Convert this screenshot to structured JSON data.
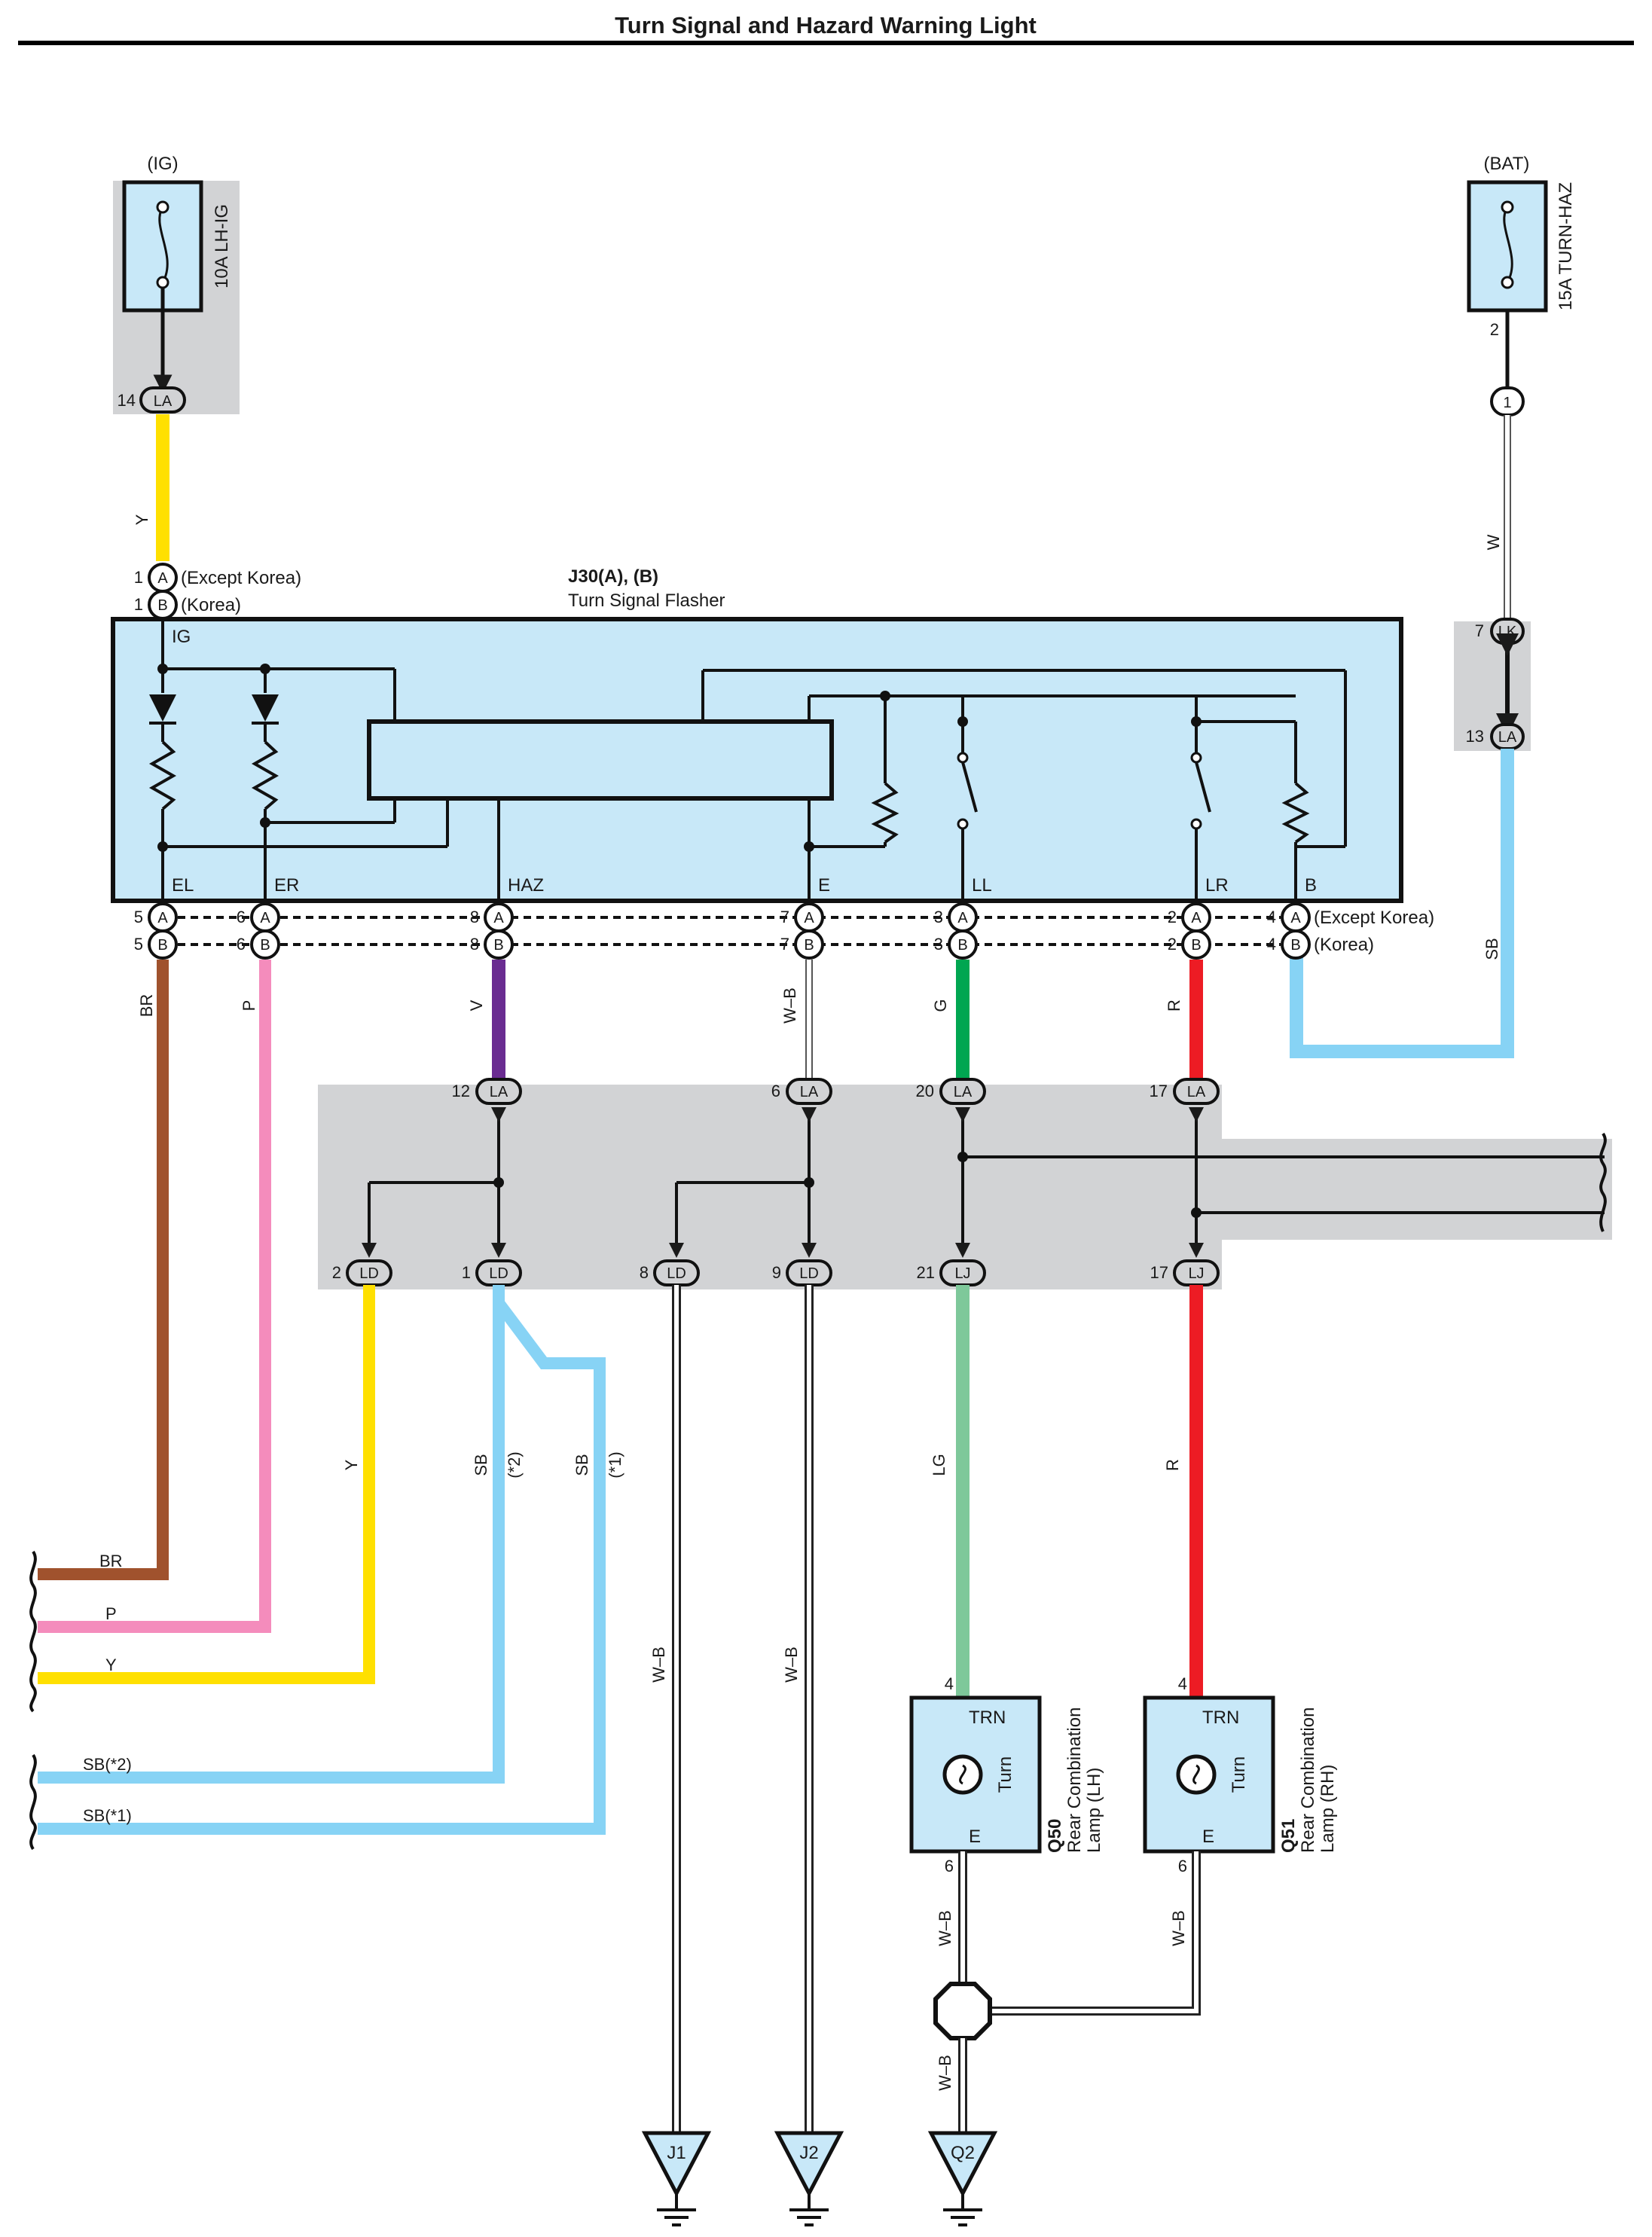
{
  "title": "Turn Signal and Hazard Warning Light",
  "fuses": {
    "ig": {
      "source": "(IG)",
      "name": "10A LH-IG",
      "pin": "14",
      "connector": "LA"
    },
    "bat": {
      "source": "(BAT)",
      "name": "15A TURN-HAZ",
      "pin_top": "2",
      "joint": "1",
      "wire": "W"
    }
  },
  "flasher": {
    "ref": "J30(A), (B)",
    "name": "Turn Signal Flasher",
    "ig_label": "IG",
    "ig_pin": "1",
    "conn_a": "A",
    "conn_b": "B",
    "conn_a_note": "(Except Korea)",
    "conn_b_note": "(Korea)",
    "terminals": [
      {
        "name": "EL",
        "pin": "5",
        "wire": "BR"
      },
      {
        "name": "ER",
        "pin": "6",
        "wire": "P"
      },
      {
        "name": "HAZ",
        "pin": "8",
        "wire": "V"
      },
      {
        "name": "E",
        "pin": "7",
        "wire": "W–B"
      },
      {
        "name": "LL",
        "pin": "3",
        "wire": "G"
      },
      {
        "name": "LR",
        "pin": "2",
        "wire": "R"
      },
      {
        "name": "B",
        "pin": "4",
        "wire": "SB"
      }
    ]
  },
  "ig_wire": "Y",
  "lk_joint": {
    "pin_lk": "7",
    "conn_lk": "LK",
    "pin_la": "13",
    "conn_la": "LA"
  },
  "junction_top": [
    {
      "pin": "12",
      "conn": "LA"
    },
    {
      "pin": "6",
      "conn": "LA"
    },
    {
      "pin": "20",
      "conn": "LA"
    },
    {
      "pin": "17",
      "conn": "LA"
    }
  ],
  "junction_bottom": [
    {
      "pin": "2",
      "conn": "LD",
      "wire": "Y"
    },
    {
      "pin": "1",
      "conn": "LD",
      "wire": "SB"
    },
    {
      "pin": "8",
      "conn": "LD",
      "wire": "W–B"
    },
    {
      "pin": "9",
      "conn": "LD",
      "wire": "W–B"
    },
    {
      "pin": "21",
      "conn": "LJ",
      "wire": "LG"
    },
    {
      "pin": "17",
      "conn": "LJ",
      "wire": "R"
    }
  ],
  "sb_notes": {
    "n2": "(*2)",
    "n1": "(*1)"
  },
  "left_exits": [
    "BR",
    "P",
    "Y",
    "SB(*2)",
    "SB(*1)"
  ],
  "lamps": [
    {
      "code": "Q50",
      "name1": "Rear Combination",
      "name2": "Lamp (LH)",
      "trn": "TRN",
      "turn": "Turn",
      "e": "E",
      "pin_top": "4",
      "pin_bot": "6",
      "wire": "W–B"
    },
    {
      "code": "Q51",
      "name1": "Rear Combination",
      "name2": "Lamp (RH)",
      "trn": "TRN",
      "turn": "Turn",
      "e": "E",
      "pin_top": "4",
      "pin_bot": "6",
      "wire": "W–B"
    }
  ],
  "ground_wire": "W–B",
  "grounds": [
    "J1",
    "J2",
    "Q2"
  ],
  "colors": {
    "panel": "#c8e8f8",
    "shade": "#d2d3d5",
    "BR": "#a0522d",
    "P": "#f48cbc",
    "Y": "#ffe000",
    "V": "#6a2c91",
    "G": "#00a651",
    "LG": "#7ec89a",
    "R": "#ed1c24",
    "SB": "#87d3f5"
  }
}
